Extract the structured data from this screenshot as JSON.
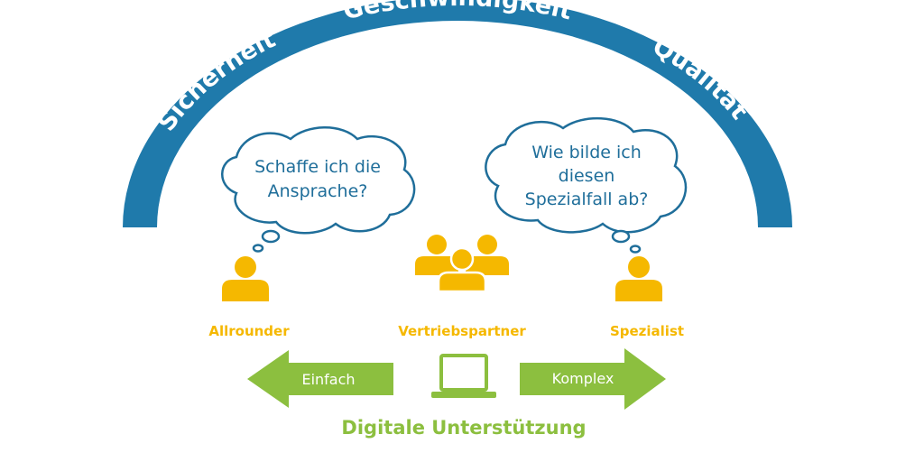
{
  "arc": {
    "left_label": "Sicherheit",
    "top_label": "Geschwindigkeit",
    "right_label": "Qualität",
    "color": "#1f7aab"
  },
  "clouds": {
    "left": {
      "line1": "Schaffe ich die",
      "line2": "Ansprache?"
    },
    "right": {
      "line1": "Wie bilde ich",
      "line2": "diesen",
      "line3": "Spezialfall ab?"
    },
    "text_color": "#1f6e9a"
  },
  "roles": {
    "left": "Allrounder",
    "center": "Vertriebspartner",
    "right": "Spezialist",
    "color": "#f5b800"
  },
  "arrows": {
    "left": "Einfach",
    "right": "Komplex",
    "color": "#8cbf3f"
  },
  "bottom_title": "Digitale Unterstützung",
  "icons": {
    "person": "person-icon",
    "group": "group-icon",
    "laptop": "laptop-icon"
  }
}
